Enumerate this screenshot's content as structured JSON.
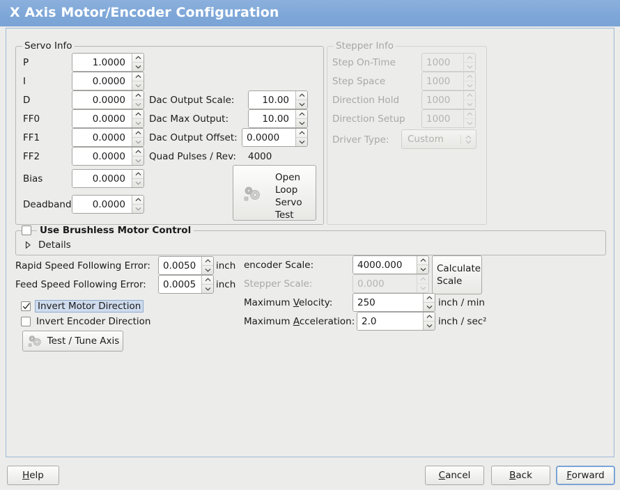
{
  "window": {
    "title": "X Axis Motor/Encoder Configuration",
    "header_color": "#7ea7d8",
    "panel_border_color": "#9fb8d4",
    "background_color": "#ececeb"
  },
  "servo_info": {
    "legend": "Servo Info",
    "fields": [
      {
        "label": "P",
        "value": "1.0000"
      },
      {
        "label": "I",
        "value": "0.0000"
      },
      {
        "label": "D",
        "value": "0.0000"
      },
      {
        "label": "FF0",
        "value": "0.0000"
      },
      {
        "label": "FF1",
        "value": "0.0000"
      },
      {
        "label": "FF2",
        "value": "0.0000"
      },
      {
        "label": "Bias",
        "value": "0.0000"
      },
      {
        "label": "Deadband",
        "value": "0.0000"
      }
    ],
    "dac": [
      {
        "label": "Dac Output Scale:",
        "value": "10.00"
      },
      {
        "label": "Dac Max Output:",
        "value": "10.00"
      },
      {
        "label": "Dac Output Offset:",
        "value": "0.0000"
      }
    ],
    "quad_pulses_label": "Quad Pulses / Rev:",
    "quad_pulses_value": "4000",
    "open_loop_button": "Open\nLoop\nServo\nTest",
    "open_loop_line1": "Open",
    "open_loop_line2": "Loop",
    "open_loop_line3": "Servo",
    "open_loop_line4": "Test",
    "open_loop_icon": "gears-icon"
  },
  "stepper_info": {
    "legend": "Stepper Info",
    "enabled": false,
    "fields": [
      {
        "label": "Step On-Time",
        "value": "1000"
      },
      {
        "label": "Step Space",
        "value": "1000"
      },
      {
        "label": "Direction Hold",
        "value": "1000"
      },
      {
        "label": "Direction Setup",
        "value": "1000"
      }
    ],
    "driver_type_label": "Driver Type:",
    "driver_type_value": "Custom"
  },
  "brushless": {
    "checkbox_label": "Use Brushless Motor Control",
    "checked": false,
    "details_label": "Details",
    "details_expanded": false
  },
  "errors": {
    "rapid_label": "Rapid Speed Following Error:",
    "rapid_value": "0.0050",
    "rapid_unit": "inch",
    "feed_label": "Feed Speed Following Error:",
    "feed_value": "0.0005",
    "feed_unit": "inch"
  },
  "invert": {
    "motor_label": "Invert Motor Direction",
    "motor_checked": true,
    "encoder_label": "Invert Encoder Direction",
    "encoder_checked": false
  },
  "test_tune": {
    "label": "Test / Tune Axis",
    "icon": "gears-icon"
  },
  "scales": {
    "encoder_label": "encoder Scale:",
    "encoder_value": "4000.000",
    "stepper_label": "Stepper Scale:",
    "stepper_value": "0.000",
    "stepper_enabled": false,
    "calculate_line1": "Calculate",
    "calculate_line2": "Scale",
    "max_velocity_label_pre": "Maximum ",
    "max_velocity_label_key": "V",
    "max_velocity_label_post": "elocity:",
    "max_velocity_value": "250",
    "max_velocity_unit": "inch / min",
    "max_accel_label_pre": "Maximum ",
    "max_accel_label_key": "A",
    "max_accel_label_post": "cceleration:",
    "max_accel_value": "2.0",
    "max_accel_unit": "inch / sec²"
  },
  "footer": {
    "help_pre": "H",
    "help_key": "H",
    "help_post": "elp",
    "help_label": "Help",
    "cancel_key": "C",
    "cancel_post": "ancel",
    "cancel_label": "Cancel",
    "back_key": "B",
    "back_post": "ack",
    "back_label": "Back",
    "forward_key": "F",
    "forward_post": "orward",
    "forward_label": "Forward"
  }
}
